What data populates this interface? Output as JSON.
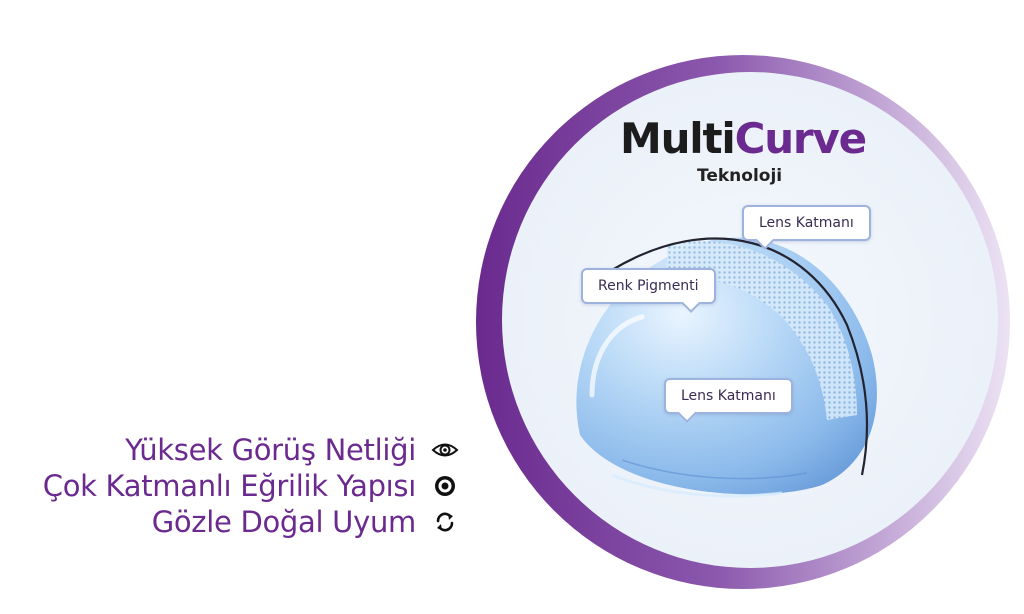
{
  "features": [
    {
      "label": "Yüksek Görüş Netliği",
      "icon": "eye-icon"
    },
    {
      "label": "Çok Katmanlı Eğrilik Yapısı",
      "icon": "target-icon"
    },
    {
      "label": "Gözle Doğal Uyum",
      "icon": "cycle-arrows-icon"
    }
  ],
  "badge": {
    "title_part1": "Multi",
    "title_part2": "Curve",
    "subtitle": "Teknoloji",
    "callouts": {
      "top": "Lens Katmanı",
      "middle": "Renk Pigmenti",
      "bottom": "Lens Katmanı"
    }
  },
  "colors": {
    "accent": "#6b2a8f",
    "ring_light": "#e6dcf1",
    "callout_border": "#9db2dc"
  }
}
